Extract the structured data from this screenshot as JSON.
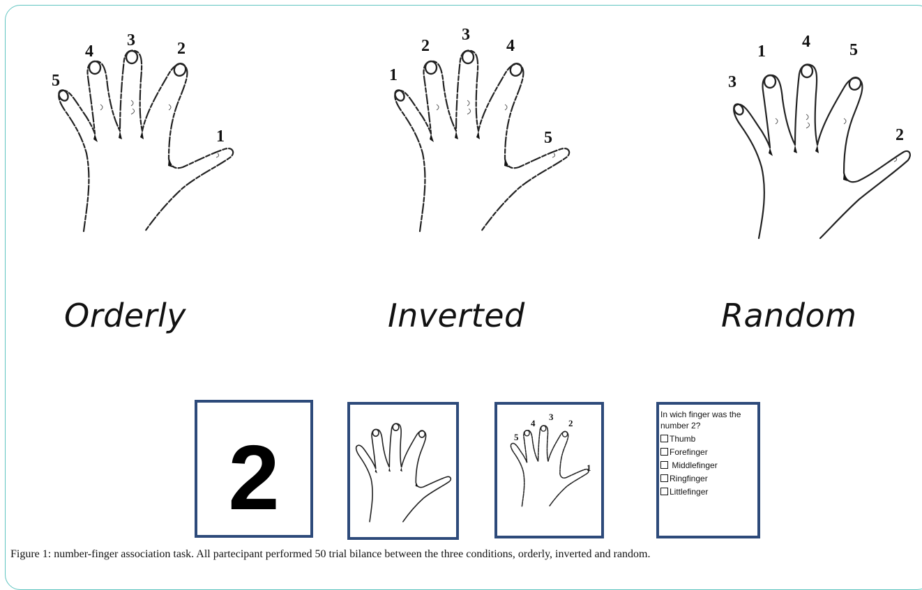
{
  "hands": [
    {
      "name": "orderly",
      "label": "Orderly",
      "numbers": [
        "5",
        "4",
        "3",
        "2",
        "1"
      ]
    },
    {
      "name": "inverted",
      "label": "Inverted",
      "numbers": [
        "1",
        "2",
        "3",
        "4",
        "5"
      ]
    },
    {
      "name": "random",
      "label": "Random",
      "numbers": [
        "3",
        "1",
        "4",
        "5",
        "2"
      ]
    }
  ],
  "trial_sequence": {
    "stimulus_digit": "2",
    "small_hand_numbers": [
      "5",
      "4",
      "3",
      "2",
      "1"
    ],
    "question": {
      "text": "In wich finger was the number 2?",
      "options": [
        "Thumb",
        "Forefinger",
        " Middlefinger",
        "Ringfinger",
        "Littlefinger"
      ]
    }
  },
  "caption": "Figure 1: number-finger association task. All partecipant performed 50 trial bilance between the three conditions, orderly, inverted and random."
}
